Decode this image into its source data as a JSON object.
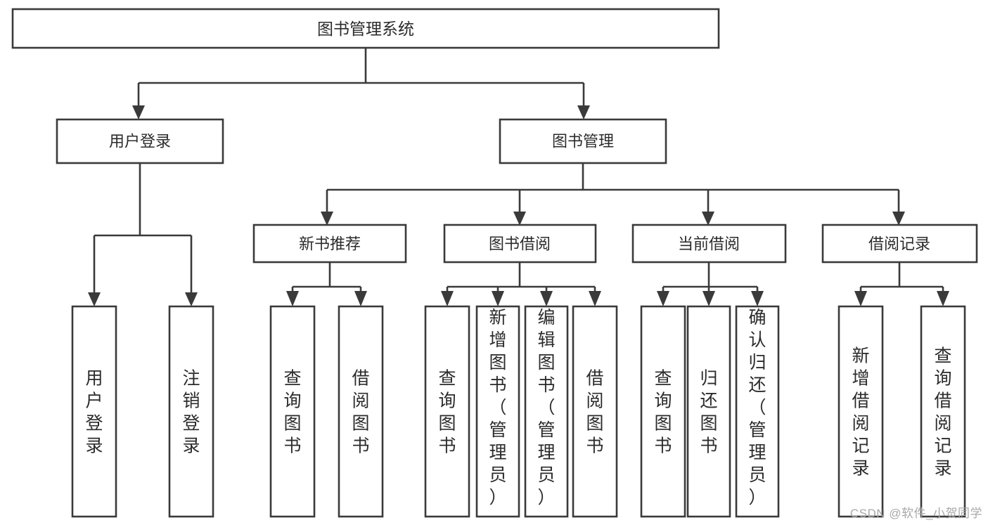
{
  "diagram": {
    "type": "tree",
    "title": "图书管理系统",
    "watermark": "CSDN @软件_小贺同学",
    "levels": {
      "root": {
        "label": "图书管理系统"
      },
      "level2": [
        {
          "label": "用户登录"
        },
        {
          "label": "图书管理"
        }
      ],
      "level3": [
        {
          "label": "新书推荐"
        },
        {
          "label": "图书借阅"
        },
        {
          "label": "当前借阅"
        },
        {
          "label": "借阅记录"
        }
      ],
      "leaves": {
        "user_login": [
          {
            "label": "用户登录"
          },
          {
            "label": "注销登录"
          }
        ],
        "new_book_recommend": [
          {
            "label": "查询图书"
          },
          {
            "label": "借阅图书"
          }
        ],
        "book_borrow": [
          {
            "label": "查询图书"
          },
          {
            "label": "新增图书（管理员）"
          },
          {
            "label": "编辑图书（管理员）"
          },
          {
            "label": "借阅图书"
          }
        ],
        "current_borrow": [
          {
            "label": "查询图书"
          },
          {
            "label": "归还图书"
          },
          {
            "label": "确认归还（管理员）"
          }
        ],
        "borrow_record": [
          {
            "label": "新增借阅记录"
          },
          {
            "label": "查询借阅记录"
          }
        ]
      }
    },
    "colors": {
      "stroke": "#3a3a3a",
      "fill": "#ffffff",
      "text": "#2b2b2b",
      "watermark": "#a8a8a8"
    }
  }
}
